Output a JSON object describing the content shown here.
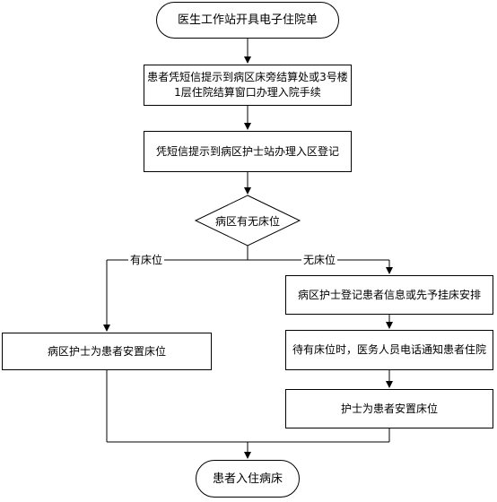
{
  "flowchart": {
    "start": "医生工作站开具电子住院单",
    "step1": "患者凭短信提示到病区床旁结算处或3号楼\n1层住院结算窗口办理入院手续",
    "step2": "凭短信提示到病区护士站办理入区登记",
    "decision": "病区有无床位",
    "branch_yes_label": "有床位",
    "branch_no_label": "无床位",
    "yes_step": "病区护士为患者安置床位",
    "no_step1": "病区护士登记患者信息或先予挂床安排",
    "no_step2": "待有床位时，医务人员电话通知患者住院",
    "no_step3": "护士为患者安置床位",
    "end": "患者入住病床"
  }
}
